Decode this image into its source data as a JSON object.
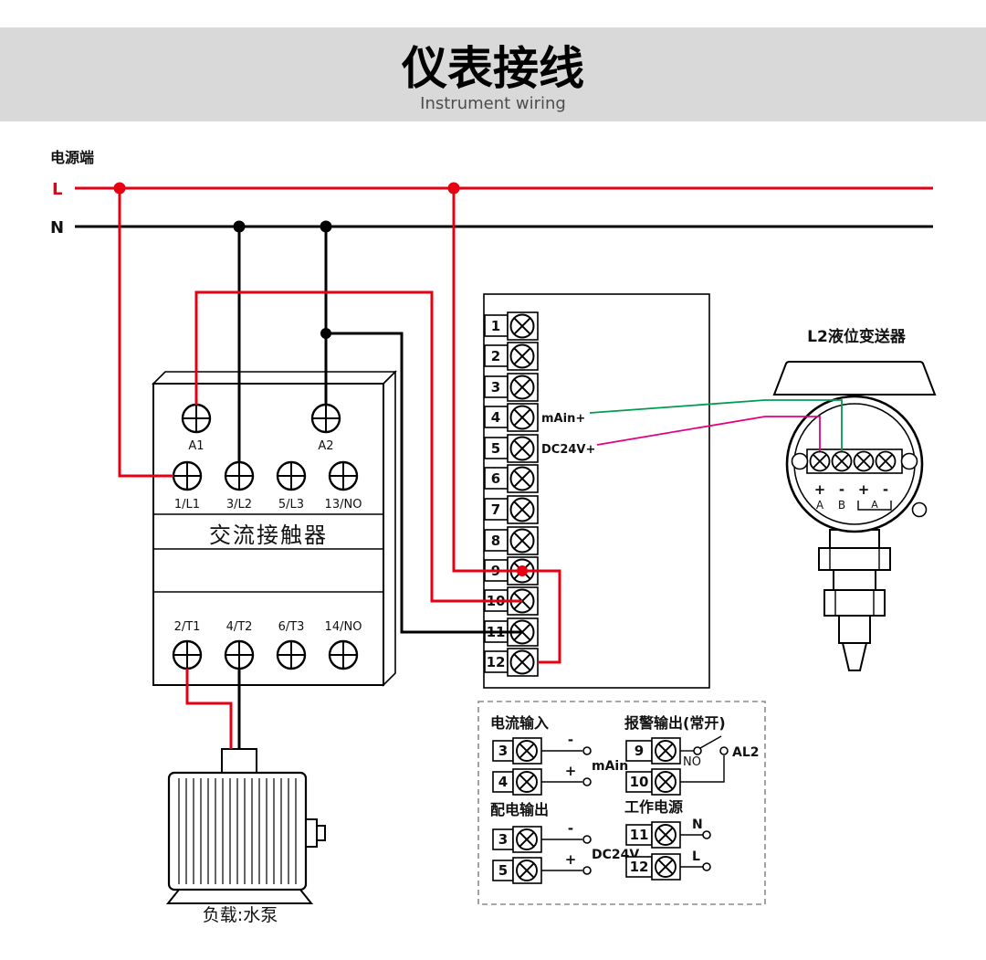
{
  "header": {
    "title": "仪表接线",
    "subtitle": "Instrument wiring"
  },
  "power": {
    "section_label": "电源端",
    "line_l": "L",
    "line_n": "N"
  },
  "contactor": {
    "label": "交流接触器",
    "coil_terminals": [
      "A1",
      "A2"
    ],
    "input_terminals": [
      "1/L1",
      "3/L2",
      "5/L3",
      "13/NO"
    ],
    "output_terminals": [
      "2/T1",
      "4/T2",
      "6/T3",
      "14/NO"
    ]
  },
  "strip": {
    "terminals": [
      "1",
      "2",
      "3",
      "4",
      "5",
      "6",
      "7",
      "8",
      "9",
      "10",
      "11",
      "12"
    ],
    "label_main_plus": "mAin+",
    "label_dc24v_plus": "DC24V+"
  },
  "transmitter": {
    "title": "L2液位变送器",
    "polarity": [
      "+",
      "-",
      "+",
      "-"
    ],
    "letters": [
      "A",
      "B"
    ],
    "bracket_letter": "A"
  },
  "load": {
    "label": "负载:水泵"
  },
  "legend": {
    "current_input": {
      "title": "电流输入",
      "t1": "3",
      "t2": "4",
      "minus": "-",
      "plus": "+",
      "label": "mAin"
    },
    "alarm_output": {
      "title": "报警输出(常开)",
      "t1": "9",
      "t2": "10",
      "no": "NO",
      "name": "AL2"
    },
    "dist_output": {
      "title": "配电输出",
      "t1": "3",
      "t2": "5",
      "minus": "-",
      "plus": "+",
      "label": "DC24V"
    },
    "working_power": {
      "title": "工作电源",
      "t1": "11",
      "t2": "12",
      "n": "N",
      "l": "L"
    }
  },
  "colors": {
    "header_bg": "#d9d9d9",
    "wire_red": "#e60012",
    "wire_black": "#000000",
    "wire_green": "#009c50",
    "wire_magenta": "#e4007f"
  }
}
